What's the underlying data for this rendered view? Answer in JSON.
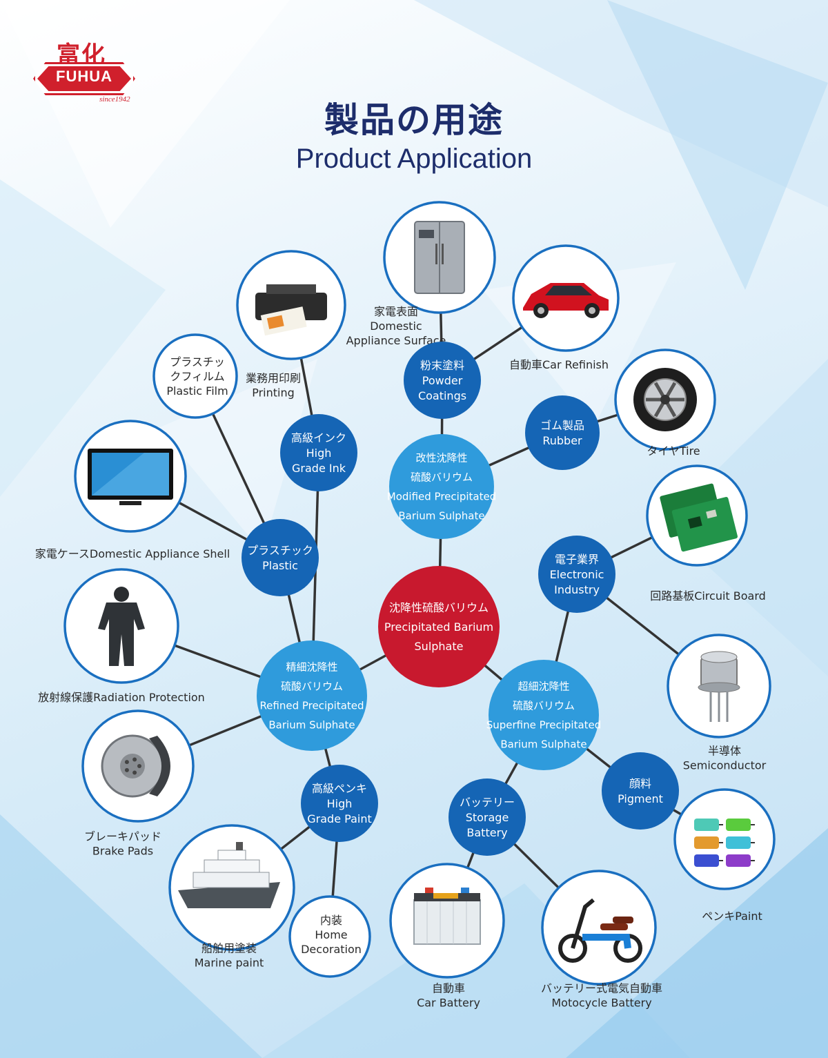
{
  "colors": {
    "center": "#c8192e",
    "category": "#1565b5",
    "primary": "#2f9bdc",
    "app_border": "#1a6fc0",
    "connector": "#333333",
    "text_dark": "#2a2a2a",
    "brand": "#d0202c"
  },
  "logo": {
    "cjk": "富化",
    "name": "FUHUA",
    "since": "since1942"
  },
  "title": {
    "ja": "製品の用途",
    "en": "Product Application"
  },
  "center": {
    "lines": [
      "沈降性硫酸バリウム",
      "Precipitated Barium",
      "Sulphate"
    ]
  },
  "primary_products": {
    "modified": [
      "改性沈降性",
      "硫酸バリウム",
      "Modified Precipitated",
      "Barium Sulphate"
    ],
    "refined": [
      "精細沈降性",
      "硫酸バリウム",
      "Refined Precipitated",
      "Barium Sulphate"
    ],
    "superfine": [
      "超細沈降性",
      "硫酸バリウム",
      "Superfine Precipitated",
      "Barium Sulphate"
    ]
  },
  "categories": {
    "powder": [
      "粉末塗料",
      "Powder",
      "Coatings"
    ],
    "rubber": [
      "ゴム製品",
      "Rubber"
    ],
    "ink": [
      "高級インク",
      "High",
      "Grade Ink"
    ],
    "plastic": [
      "プラスチック",
      "Plastic"
    ],
    "paint": [
      "高級ペンキ",
      "High",
      "Grade Paint"
    ],
    "electronic": [
      "電子業界",
      "Electronic",
      "Industry"
    ],
    "pigment": [
      "顔料",
      "Pigment"
    ],
    "battery": [
      "バッテリー",
      "Storage",
      "Battery"
    ]
  },
  "applications": {
    "appliance_surface": {
      "icon": "refrigerator-icon",
      "label": [
        "家電表面",
        "Domestic",
        "Appliance Surface"
      ]
    },
    "car_refinish": {
      "icon": "car-icon",
      "label": [
        "自動車Car Refinish"
      ]
    },
    "tire": {
      "icon": "tire-icon",
      "label": [
        "タイヤTire"
      ]
    },
    "printing": {
      "icon": "printer-icon",
      "label": [
        "業務用印刷",
        "Printing"
      ]
    },
    "plastic_film": {
      "icon": "",
      "label": [
        "プラスチッ",
        "クフィルム",
        "Plastic Film"
      ]
    },
    "appliance_shell": {
      "icon": "tv-icon",
      "label": [
        "家電ケースDomestic Appliance Shell"
      ]
    },
    "radiation": {
      "icon": "protective-suit-icon",
      "label": [
        "放射線保護Radiation Protection"
      ]
    },
    "brake_pads": {
      "icon": "brake-disc-icon",
      "label": [
        "ブレーキパッド",
        "Brake Pads"
      ]
    },
    "marine": {
      "icon": "ship-icon",
      "label": [
        "船舶用塗装",
        "Marine paint"
      ]
    },
    "home_decoration": {
      "icon": "",
      "label": [
        "内装",
        "Home",
        "Decoration"
      ]
    },
    "circuit_board": {
      "icon": "circuit-board-icon",
      "label": [
        "回路基板Circuit Board"
      ]
    },
    "semiconductor": {
      "icon": "transistor-icon",
      "label": [
        "半導体",
        "Semiconductor"
      ]
    },
    "paint": {
      "icon": "paint-roller-icon",
      "label": [
        "ペンキPaint"
      ]
    },
    "car_battery": {
      "icon": "battery-icon",
      "label": [
        "自動車",
        "Car Battery"
      ]
    },
    "motocycle_battery": {
      "icon": "e-scooter-icon",
      "label": [
        "バッテリー式電気自動車",
        "Motocycle Battery"
      ]
    }
  }
}
